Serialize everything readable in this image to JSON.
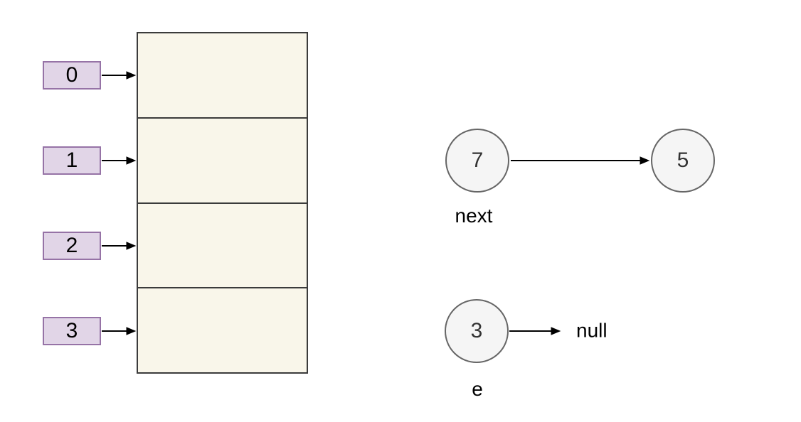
{
  "diagram_title": "hash-table-with-linked-list-nodes",
  "colors": {
    "background": "#FFFFFF",
    "bucket_fill": "#E1D5E7",
    "bucket_stroke": "#9673A6",
    "table_fill": "#F9F6EA",
    "table_stroke": "#3B3B3B",
    "node_fill": "#F5F5F5",
    "node_stroke": "#666666",
    "node_text": "#333333",
    "text": "#000000",
    "arrow": "#000000"
  },
  "buckets": [
    {
      "label": "0"
    },
    {
      "label": "1"
    },
    {
      "label": "2"
    },
    {
      "label": "3"
    }
  ],
  "table": {
    "rows": 4
  },
  "nodes": [
    {
      "value": "7",
      "caption": "next"
    },
    {
      "value": "5",
      "caption": ""
    },
    {
      "value": "3",
      "caption": "e"
    }
  ],
  "misc": {
    "null_label": "null"
  }
}
